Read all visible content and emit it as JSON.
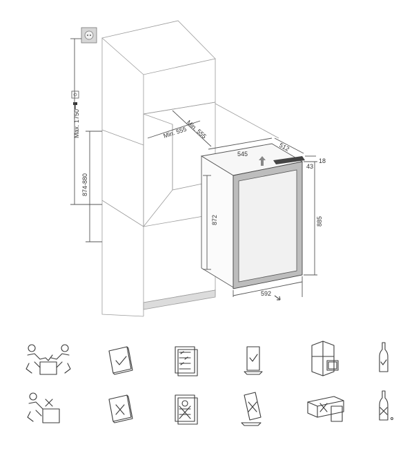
{
  "dimensions": {
    "max_height": "Max. 1750",
    "niche_height": "874-880",
    "niche_width": "Min. 555",
    "niche_depth": "Min. 555",
    "top_width": "545",
    "top_depth": "512",
    "door_offset": "43",
    "door_thickness": "18",
    "body_height": "872",
    "total_height": "885",
    "door_width": "592"
  },
  "icons": {
    "row1": [
      "two-person-lift-icon",
      "manual-check-icon",
      "checklist-document-icon",
      "upright-transport-icon",
      "cabinet-stack-icon",
      "bottle-upright-icon"
    ],
    "row2": [
      "single-person-lift-no-icon",
      "manual-cross-icon",
      "document-cross-icon",
      "tilted-transport-no-icon",
      "cabinet-flat-no-icon",
      "bottle-no-icon"
    ]
  }
}
